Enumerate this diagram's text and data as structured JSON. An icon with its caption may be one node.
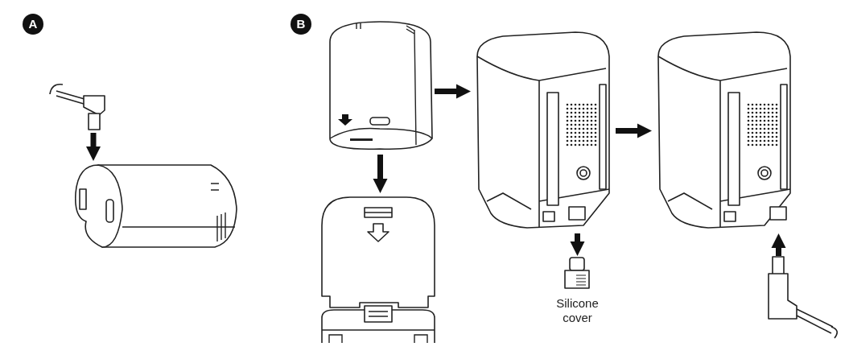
{
  "diagram": {
    "nodes": [
      {
        "text": [],
        "shape": "picture"
      },
      {
        "text": [],
        "shape": "picture"
      },
      {
        "text": [],
        "shape": "picture"
      },
      {
        "text": [],
        "shape": "picture"
      },
      {
        "text": [],
        "shape": "picture"
      },
      {
        "text": [],
        "shape": "picture",
        "beside": [
          "Silicone cover"
        ]
      },
      {
        "text": [],
        "shape": "picture"
      },
      {
        "text": [],
        "shape": "picture"
      }
    ],
    "edges": [
      {
        "from": 0,
        "to": 1,
        "arrow": "to"
      },
      {
        "from": 2,
        "to": 3,
        "arrow": "to"
      },
      {
        "from": 2,
        "to": 4,
        "arrow": "to"
      },
      {
        "from": 4,
        "to": 6,
        "arrow": "to"
      },
      {
        "from": 4,
        "to": 5,
        "arrow": "to"
      },
      {
        "from": 7,
        "to": 6,
        "arrow": "to"
      }
    ],
    "labels": [
      "A",
      "B"
    ]
  }
}
